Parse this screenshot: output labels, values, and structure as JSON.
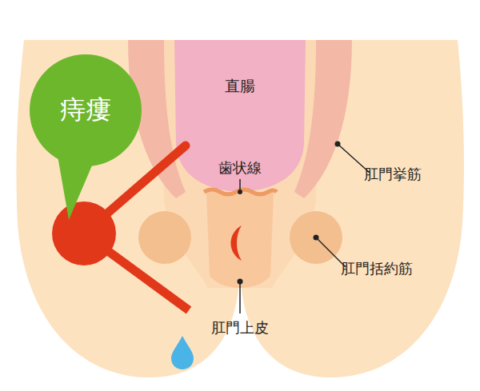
{
  "diagram": {
    "nodes": [
      {
        "text": [
          "痔瘻"
        ]
      },
      {
        "text": [
          "直腸"
        ]
      }
    ],
    "labels": [
      "歯状線",
      "肛門挙筋",
      "肛門括約筋",
      "肛門上皮"
    ]
  }
}
